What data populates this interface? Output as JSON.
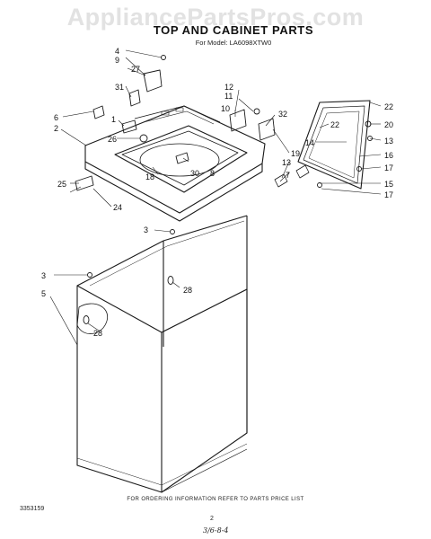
{
  "watermark": "AppliancePartsPros.com",
  "title": "TOP AND CABINET PARTS",
  "model": "For Model: LA6098XTW0",
  "footer_info": "FOR ORDERING INFORMATION REFER TO PARTS PRICE LIST",
  "catalog_number": "3353159",
  "page_number": "2",
  "hand_note": "3/6-8-4",
  "callouts": {
    "c4": "4",
    "c9": "9",
    "c27": "27",
    "c31": "31",
    "c6": "6",
    "c1": "1",
    "c2": "2",
    "c26": "26",
    "c30": "30",
    "c8": "8",
    "c18": "18",
    "c25": "25",
    "c24": "24",
    "c12": "12",
    "c11": "11",
    "c10": "10",
    "c32": "32",
    "c19": "19",
    "c13a": "13",
    "c7": "7",
    "c22a": "22",
    "c14": "14",
    "c22b": "22",
    "c20": "20",
    "c13b": "13",
    "c16": "16",
    "c17a": "17",
    "c15": "15",
    "c17b": "17",
    "c3a": "3",
    "c28a": "28",
    "c3b": "3",
    "c5": "5",
    "c28b": "28"
  }
}
